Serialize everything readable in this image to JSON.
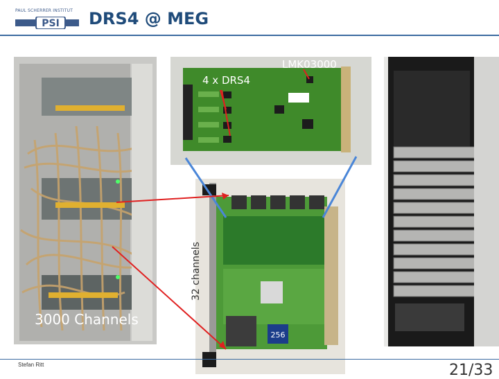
{
  "header": {
    "institute_text": "PAUL SCHERRER INSTITUT",
    "logo_text": "PSI",
    "title": "DRS4 @ MEG"
  },
  "labels": {
    "drs_chips": "4 x DRS4",
    "clock_chip": "LMK03000",
    "channels_total": "3000 Channels",
    "channels_card": "32 channels"
  },
  "footer": {
    "author": "Stefan Ritt",
    "page": "21/33"
  },
  "colors": {
    "accent": "#1f4b7a",
    "pcb_green": "#3f8a2a",
    "arrow_red": "#e02020",
    "arrow_blue": "#4a86d8"
  }
}
